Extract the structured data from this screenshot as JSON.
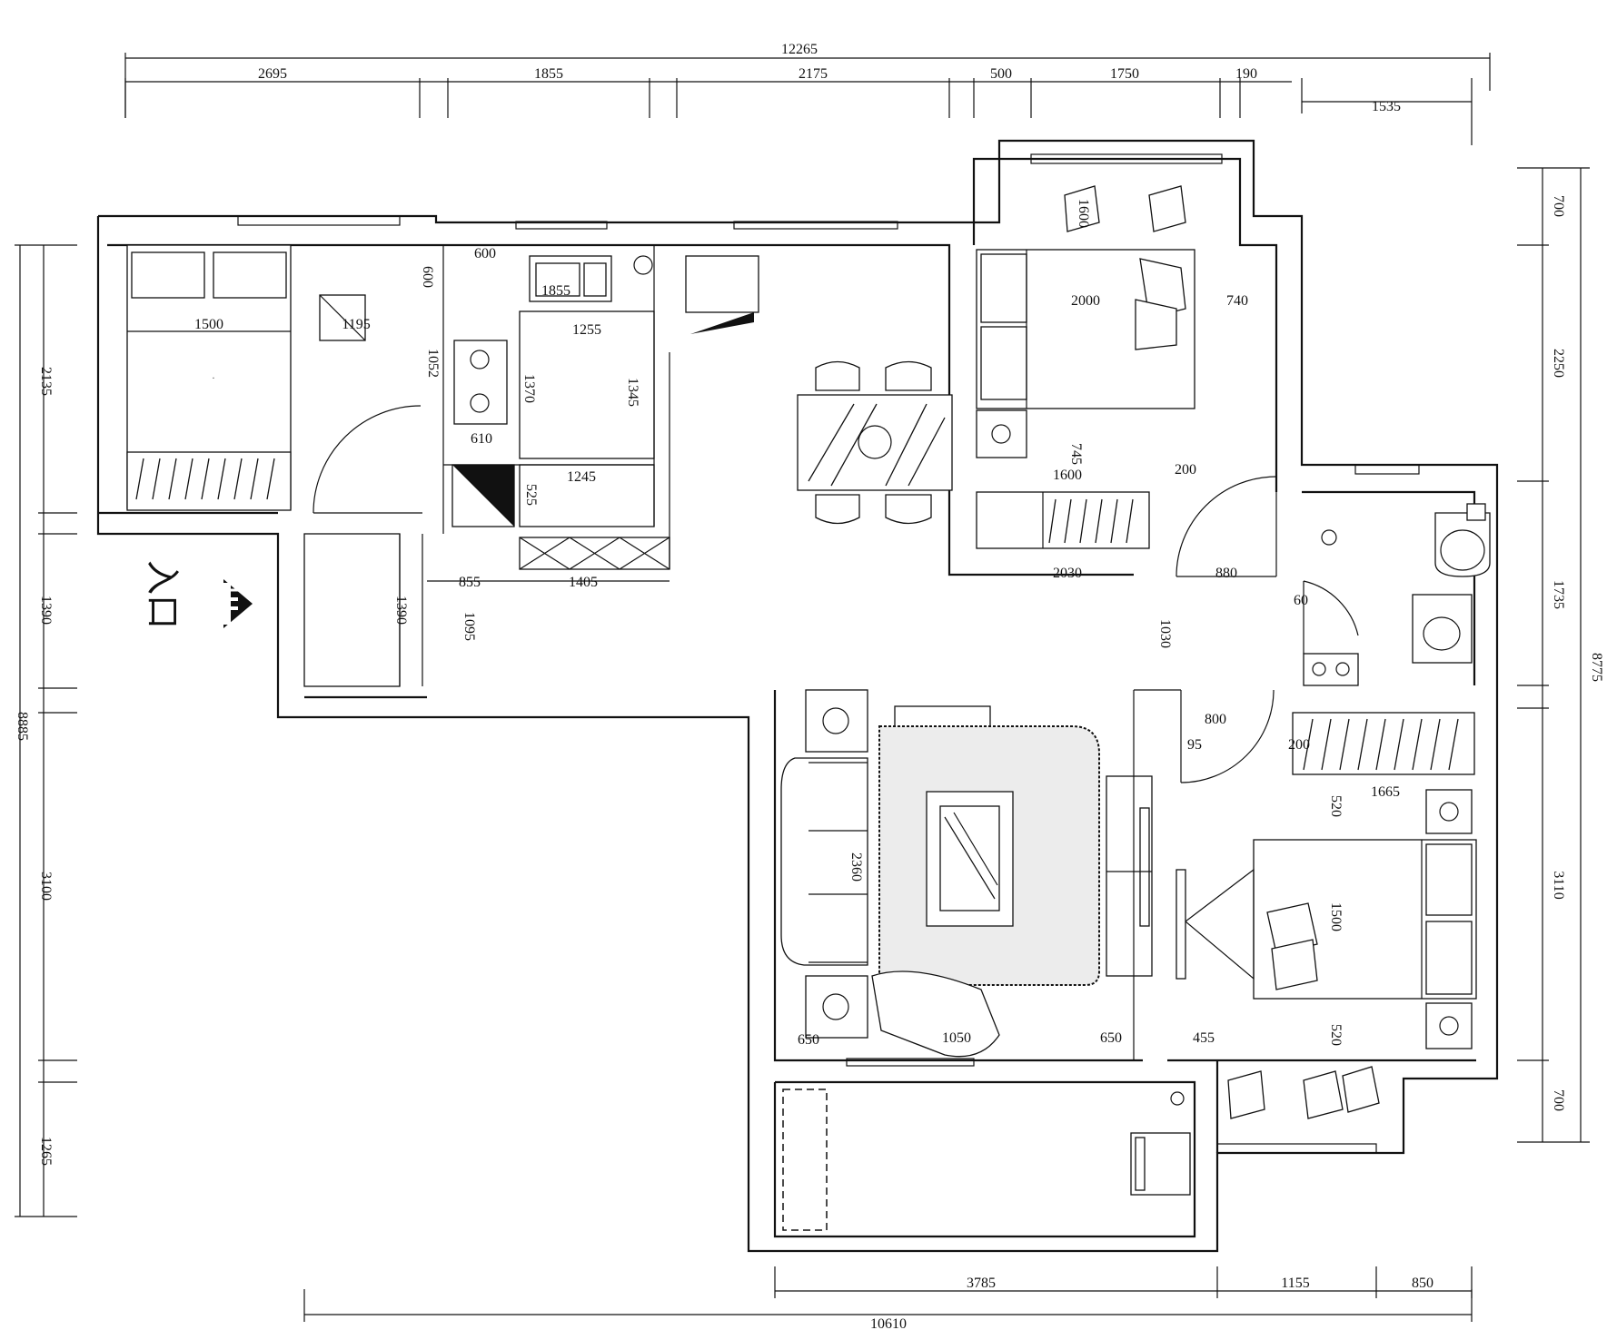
{
  "entrance_label": "入口",
  "dims_top": {
    "overall": "12265",
    "segments": [
      "2695",
      "1855",
      "2175",
      "500",
      "1750",
      "190",
      "1535"
    ]
  },
  "dims_bottom": {
    "overall": "10610",
    "segments": [
      "3785",
      "1155",
      "850"
    ]
  },
  "dims_left": {
    "overall": "8885",
    "segments": [
      "2135",
      "1390",
      "3100",
      "1265"
    ]
  },
  "dims_right": {
    "overall": "8775",
    "segments": [
      "700",
      "2250",
      "1735",
      "3110",
      "700"
    ]
  },
  "interior_dims": {
    "bed1_width": "1500",
    "bed1_window": "1195",
    "k_600_top": "600",
    "k_1855": "1855",
    "k_600_side": "600",
    "k_1255": "1255",
    "k_1052": "1052",
    "k_1370": "1370",
    "k_1345": "1345",
    "k_610": "610",
    "k_1245": "1245",
    "k_525": "525",
    "k_855": "855",
    "k_1405": "1405",
    "k_1390": "1390",
    "k_1095": "1095",
    "mb_2000": "2000",
    "mb_740": "740",
    "mb_1600b": "1600",
    "mb_1600": "1600",
    "mb_200": "200",
    "mb_745": "745",
    "c_2030": "2030",
    "c_880": "880",
    "c_1030": "1030",
    "c_60": "60",
    "b2_800": "800",
    "b2_95": "95",
    "b2_200": "200",
    "b2_1665": "1665",
    "b2_520a": "520",
    "b2_1500": "1500",
    "b2_520b": "520",
    "b2_455": "455",
    "lr_2360": "2360",
    "lr_650a": "650",
    "lr_1050": "1050",
    "lr_650b": "650"
  }
}
